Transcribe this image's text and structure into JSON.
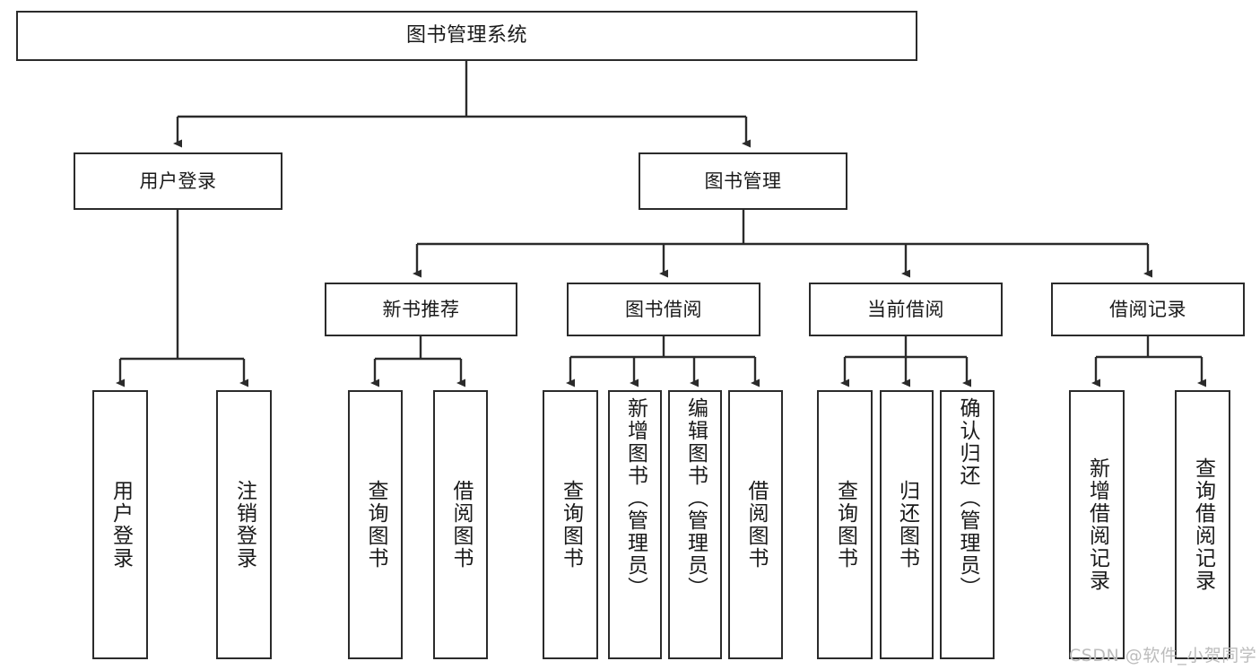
{
  "diagram": {
    "title": "图书管理系统",
    "type": "tree-hierarchy",
    "root": {
      "label": "图书管理系统"
    },
    "level2": [
      {
        "label": "用户登录"
      },
      {
        "label": "图书管理"
      }
    ],
    "level3": [
      {
        "label": "新书推荐"
      },
      {
        "label": "图书借阅"
      },
      {
        "label": "当前借阅"
      },
      {
        "label": "借阅记录"
      }
    ],
    "leaves": {
      "user_login": [
        {
          "label": "用户登录"
        },
        {
          "label": "注销登录"
        }
      ],
      "new_book": [
        {
          "label": "查询图书"
        },
        {
          "label": "借阅图书"
        }
      ],
      "book_borrow": [
        {
          "label": "查询图书"
        },
        {
          "label": "新增图书（管理员）"
        },
        {
          "label": "编辑图书（管理员）"
        },
        {
          "label": "借阅图书"
        }
      ],
      "current_borrow": [
        {
          "label": "查询图书"
        },
        {
          "label": "归还图书"
        },
        {
          "label": "确认归还（管理员）"
        }
      ],
      "borrow_record": [
        {
          "label": "新增借阅记录"
        },
        {
          "label": "查询借阅记录"
        }
      ]
    }
  },
  "colors": {
    "box_border": "#2b2b2b",
    "box_fill": "#ffffff",
    "text": "#1a1a1a",
    "edge": "#2b2b2b",
    "watermark": "#bcbcbc"
  },
  "watermark": {
    "text": "CSDN @软件_小贺同学"
  }
}
